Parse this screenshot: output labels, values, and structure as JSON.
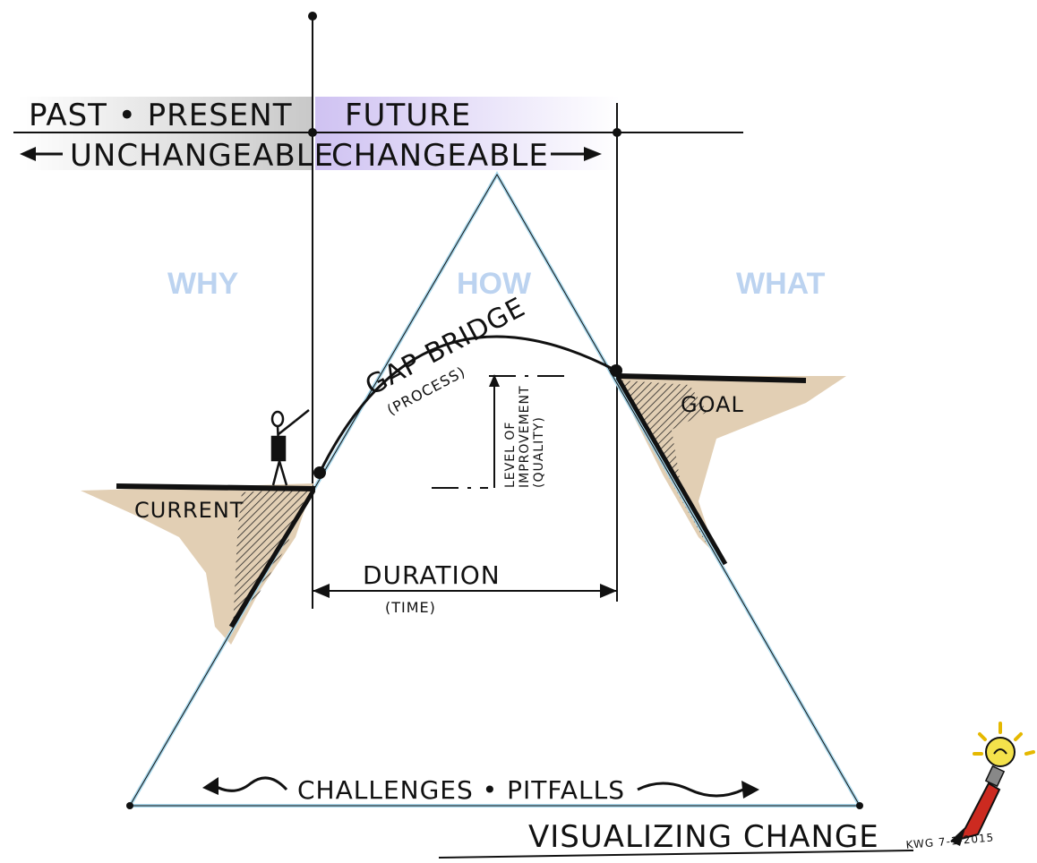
{
  "labels": {
    "past_present": "PAST • PRESENT",
    "future": "FUTURE",
    "unchangeable": "UNCHANGEABLE",
    "changeable": "CHANGEABLE",
    "why": "WHY",
    "how": "HOW",
    "what": "WHAT",
    "gap_bridge": "GAP BRIDGE",
    "process": "(PROCESS)",
    "level_of": "LEVEL OF",
    "improvement": "IMPROVEMENT",
    "quality": "(QUALITY)",
    "current": "CURRENT",
    "goal": "GOAL",
    "duration": "DURATION",
    "time": "(TIME)",
    "challenges_pitfalls": "CHALLENGES • PITFALLS",
    "visualizing_change": "VISUALIZING CHANGE",
    "signature": "KWG 7-1-2015"
  },
  "colors": {
    "ink": "#111111",
    "past_shade": "#c8c8c8",
    "future_shade": "#d9cff5",
    "triangle_stroke": "#a9d8ec",
    "blue_label": "#bcd3f0",
    "cliff_tan": "#e2cfb4",
    "pencil_red": "#cc2a20",
    "bulb_yellow": "#f4e24b"
  }
}
